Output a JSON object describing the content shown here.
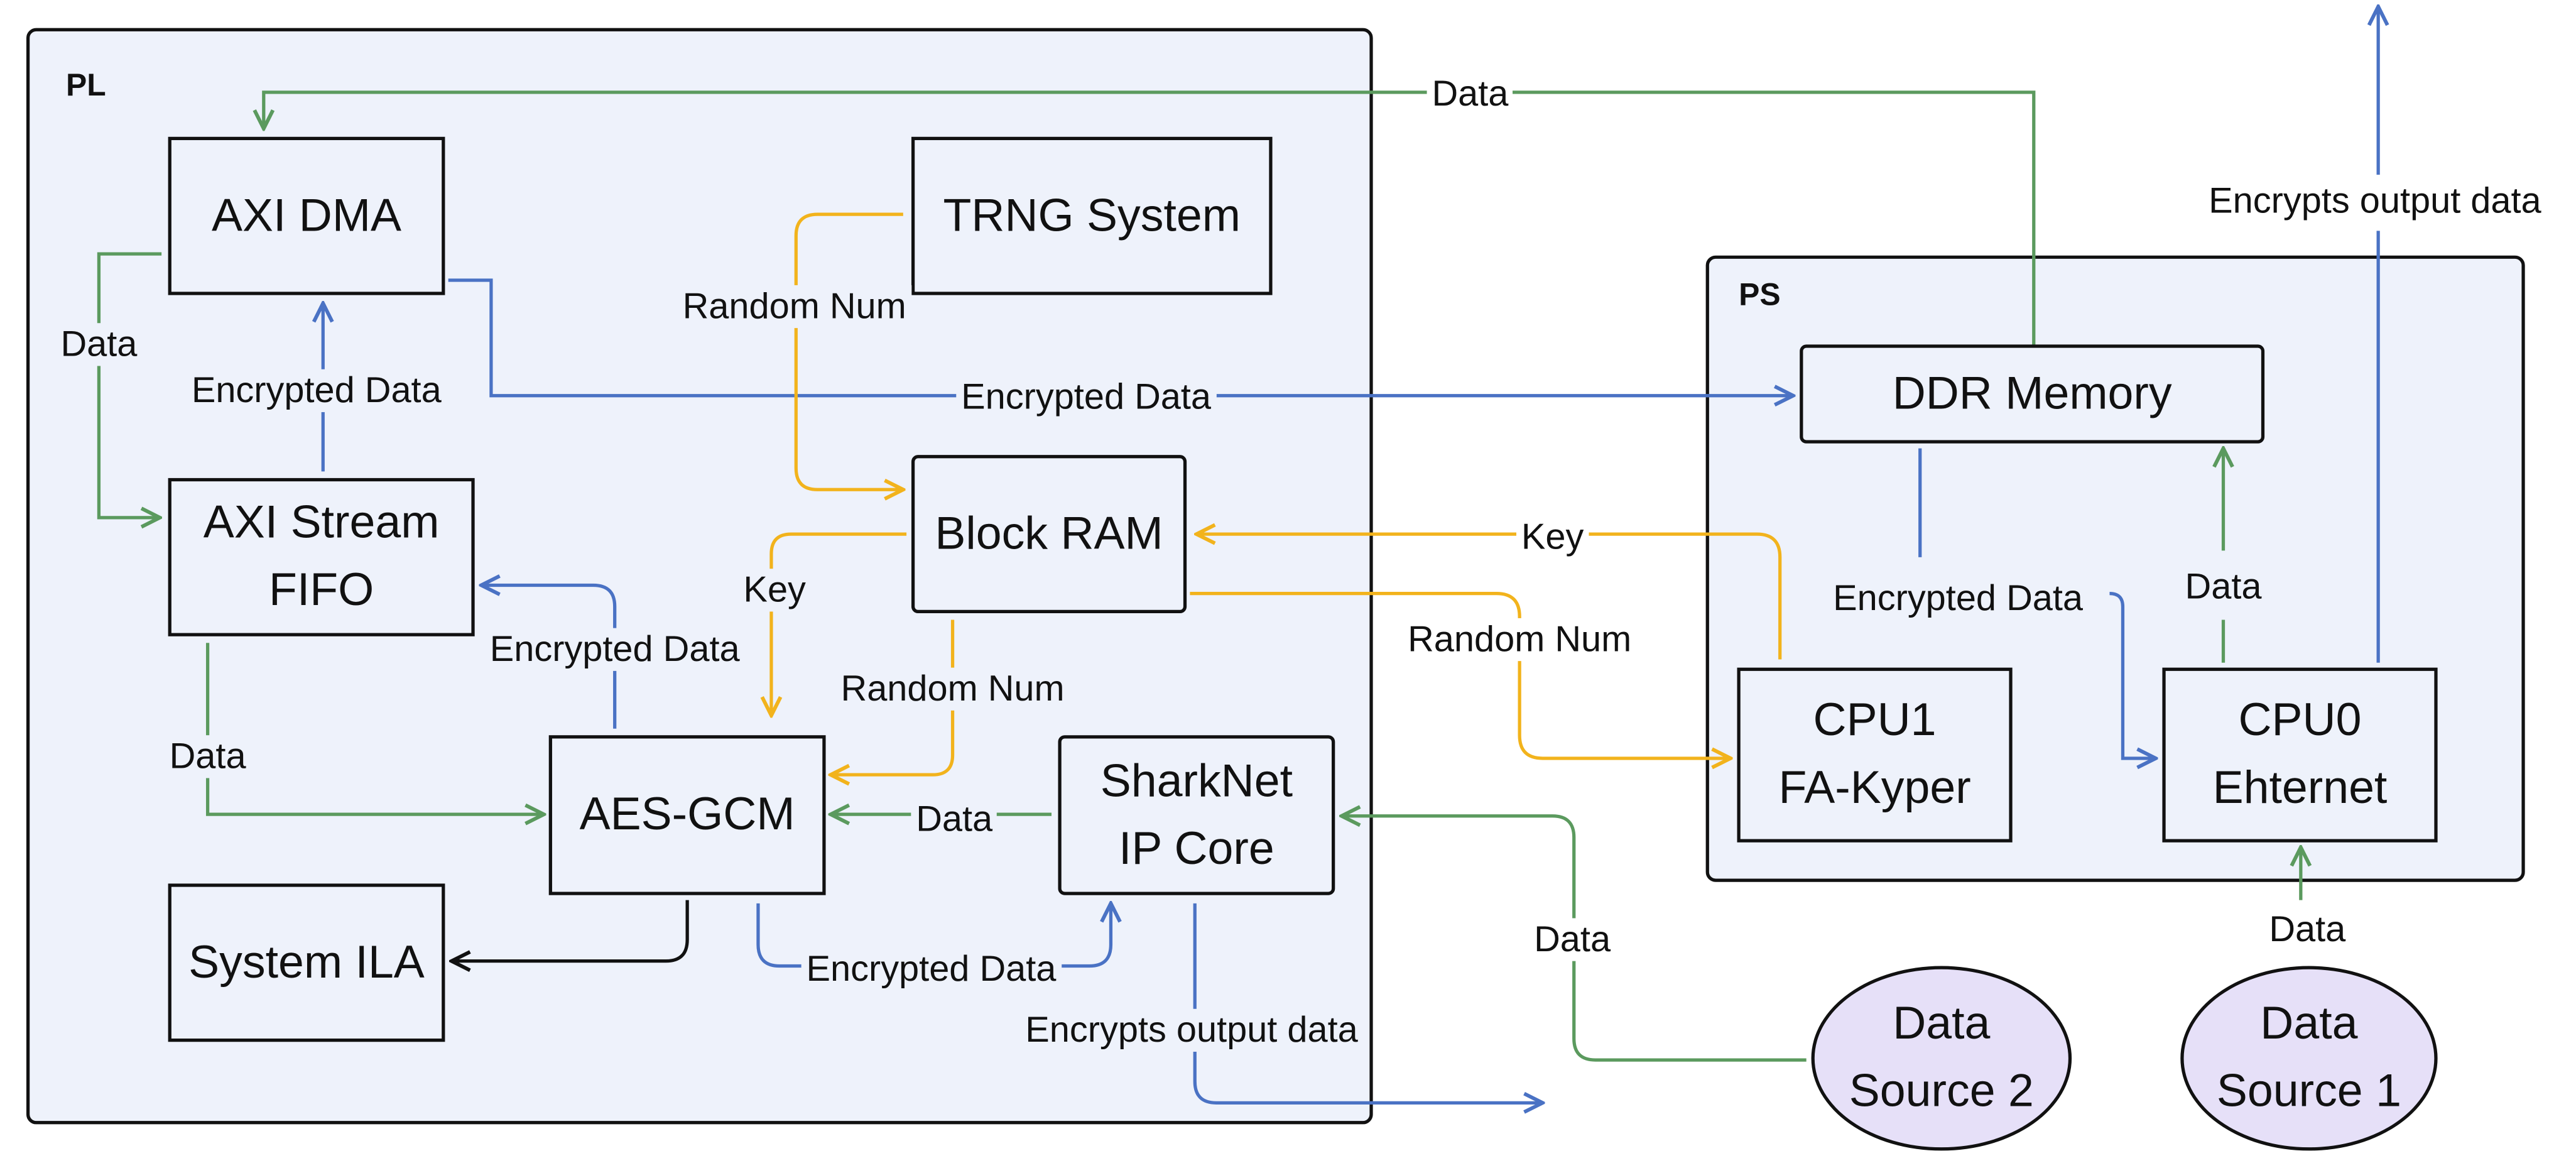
{
  "colors": {
    "data_arrow": "#5b9a5e",
    "encrypted_arrow": "#4a72c4",
    "key_arrow": "#f2b31c",
    "control_arrow": "#111111",
    "region_fill": "#eef2fb",
    "source_fill": "#e6e0f8"
  },
  "regions": {
    "pl": {
      "title": "PL"
    },
    "ps": {
      "title": "PS"
    }
  },
  "blocks": {
    "axi_dma": "AXI DMA",
    "trng": "TRNG System",
    "axi_stream_fifo": "AXI Stream\nFIFO",
    "block_ram": "Block RAM",
    "aes_gcm": "AES-GCM",
    "sharknet": "SharkNet\nIP Core",
    "system_ila": "System ILA",
    "ddr_memory": "DDR Memory",
    "cpu1": "CPU1\nFA-Kyper",
    "cpu0": "CPU0\nEhternet",
    "data_source_2": "Data\nSource 2",
    "data_source_1": "Data\nSource 1"
  },
  "labels": {
    "data_top": "Data",
    "encrypts_output_top": "Encrypts output data",
    "data_dma_fifo": "Data",
    "encrypted_fifo_dma": "Encrypted Data",
    "random_num_trng": "Random Num",
    "encrypted_dma_ddr": "Encrypted Data",
    "key_cpu1": "Key",
    "key_bram_aes": "Key",
    "random_num_cpu1": "Random Num",
    "encrypted_aes_fifo": "Encrypted Data",
    "random_num_bram_aes": "Random Num",
    "data_fifo_aes": "Data",
    "data_shark_aes": "Data",
    "encrypted_aes_shark": "Encrypted Data",
    "encrypts_output_shark": "Encrypts output data",
    "data_source2": "Data",
    "encrypted_ddr_cpu0": "Encrypted Data",
    "data_cpu0_ddr": "Data",
    "data_source1": "Data"
  }
}
